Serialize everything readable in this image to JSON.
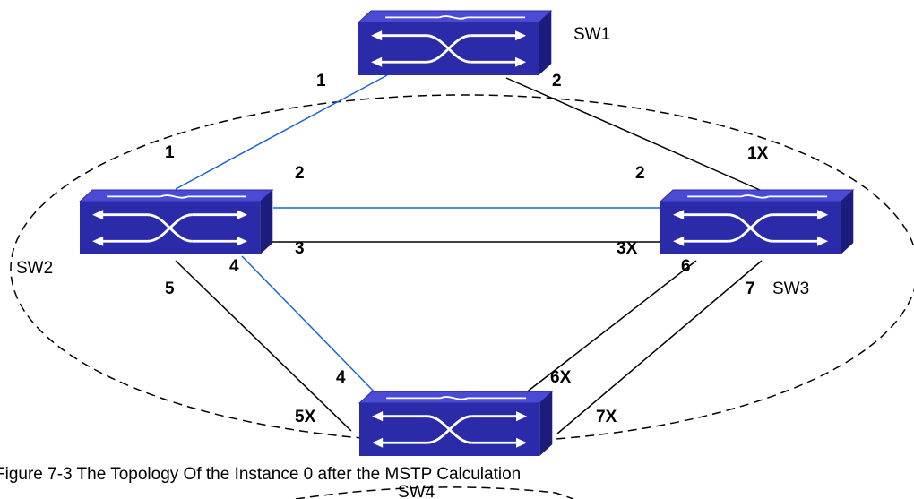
{
  "switches": {
    "sw1": {
      "label": "SW1"
    },
    "sw2": {
      "label": "SW2"
    },
    "sw3": {
      "label": "SW3"
    },
    "sw4": {
      "label": "SW4"
    }
  },
  "ports": {
    "sw1_p1": "1",
    "sw1_p2": "2",
    "sw2_p1": "1",
    "sw2_p2": "2",
    "sw2_p3": "3",
    "sw2_p4": "4",
    "sw2_p5": "5",
    "sw3_p1": "1X",
    "sw3_p2": "2",
    "sw3_p3": "3X",
    "sw3_p6": "6",
    "sw3_p7": "7",
    "sw4_p4": "4",
    "sw4_p5": "5X",
    "sw4_p6": "6X",
    "sw4_p7": "7X"
  },
  "caption": "Figure 7-3 The Topology Of the Instance 0 after the MSTP Calculation",
  "colors": {
    "active_link": "#1a64d8",
    "blocked_link": "#000000",
    "switch_front": "#2a2aa8",
    "switch_top": "#4a4ad0",
    "switch_side": "#1a1a78"
  }
}
